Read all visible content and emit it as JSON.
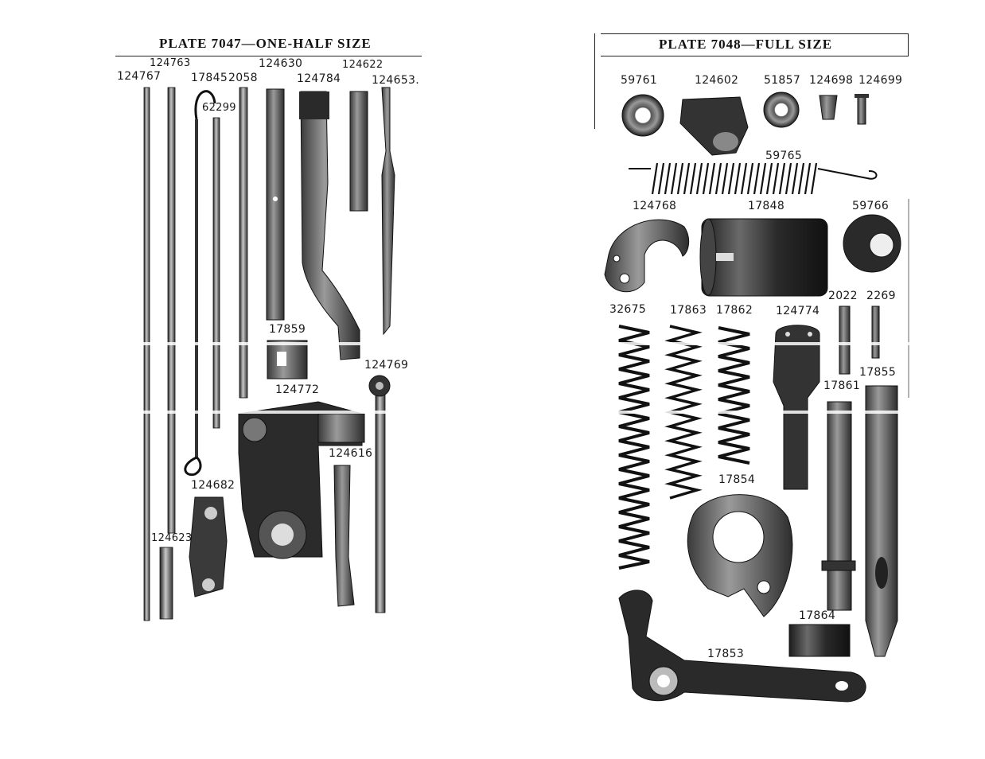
{
  "left_plate": {
    "title": "PLATE 7047—ONE-HALF SIZE",
    "labels": {
      "p124763": "124763",
      "p124630": "124630",
      "p124622": "124622",
      "p124767": "124767",
      "p17845": "17845",
      "p2058": "2058",
      "p124784": "124784",
      "p124653": "124653.",
      "p62299": "62299",
      "p17859": "17859",
      "p124769": "124769",
      "p124772": "124772",
      "p124616": "124616",
      "p124682": "124682",
      "p124623": "124623"
    }
  },
  "right_plate": {
    "title": "PLATE 7048—FULL SIZE",
    "labels": {
      "p59761": "59761",
      "p124602": "124602",
      "p51857": "51857",
      "p124698": "124698",
      "p124699": "124699",
      "p59765": "59765",
      "p124768": "124768",
      "p17848": "17848",
      "p59766": "59766",
      "p2022": "2022",
      "p2269": "2269",
      "p32675": "32675",
      "p17863": "17863",
      "p17862": "17862",
      "p124774": "124774",
      "p17855": "17855",
      "p17861": "17861",
      "p17854": "17854",
      "p17864": "17864",
      "p17853": "17853"
    }
  },
  "colors": {
    "ink": "#111111",
    "metal_dark": "#2a2a2a",
    "metal_mid": "#6b6b6b",
    "metal_light": "#b5b5b5",
    "paper": "#ffffff"
  }
}
